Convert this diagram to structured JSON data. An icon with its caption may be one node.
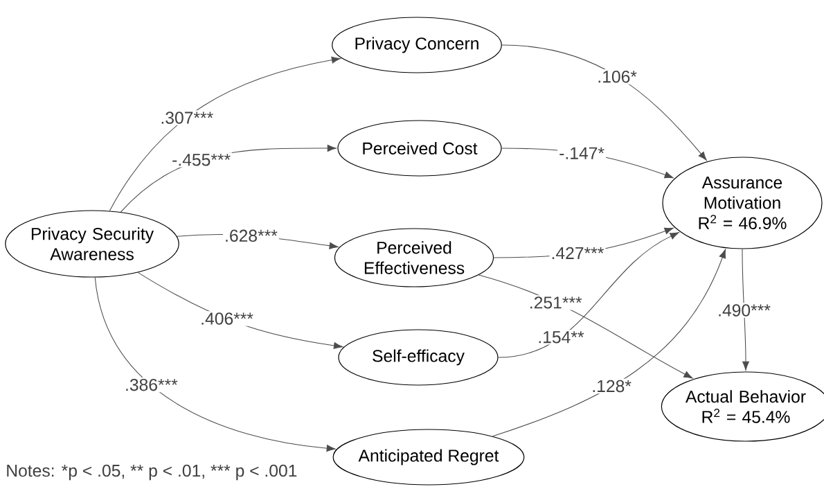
{
  "diagram": {
    "nodes": [
      {
        "text": [
          "Privacy Security Awareness"
        ]
      },
      {
        "text": [
          "Privacy Concern"
        ]
      },
      {
        "text": [
          "Perceived Cost"
        ]
      },
      {
        "text": [
          "Perceived Effectiveness"
        ]
      },
      {
        "text": [
          "Self-efficacy"
        ]
      },
      {
        "text": [
          "Anticipated Regret"
        ]
      },
      {
        "text": [
          "Assurance Motivation",
          "R$^{2}$ = 46.9%"
        ]
      },
      {
        "text": [
          "Actual Behavior",
          "R$^{2}$ = 45.4%"
        ]
      }
    ],
    "edges": [
      {
        "from": 0,
        "to": 1,
        "arrow": "to",
        "label": ".307***"
      },
      {
        "from": 0,
        "to": 2,
        "arrow": "to",
        "label": "-.455***"
      },
      {
        "from": 0,
        "to": 3,
        "arrow": "to",
        "label": ".628***"
      },
      {
        "from": 0,
        "to": 4,
        "arrow": "to",
        "label": ".406***"
      },
      {
        "from": 0,
        "to": 5,
        "arrow": "to",
        "label": ".386***"
      },
      {
        "from": 1,
        "to": 6,
        "arrow": "to",
        "label": ".106*"
      },
      {
        "from": 2,
        "to": 6,
        "arrow": "to",
        "label": "-.147*"
      },
      {
        "from": 3,
        "to": 6,
        "arrow": "to",
        "label": ".427***"
      },
      {
        "from": 3,
        "to": 7,
        "arrow": "to",
        "label": ".251***"
      },
      {
        "from": 4,
        "to": 6,
        "arrow": "to",
        "label": ".154**"
      },
      {
        "from": 5,
        "to": 6,
        "arrow": "to",
        "label": ".128*"
      },
      {
        "from": 6,
        "to": 7,
        "arrow": "to",
        "label": ".490***"
      }
    ],
    "labels": [
      "Notes: *p < .05,  ** p < .01,  *** p < .001"
    ]
  }
}
